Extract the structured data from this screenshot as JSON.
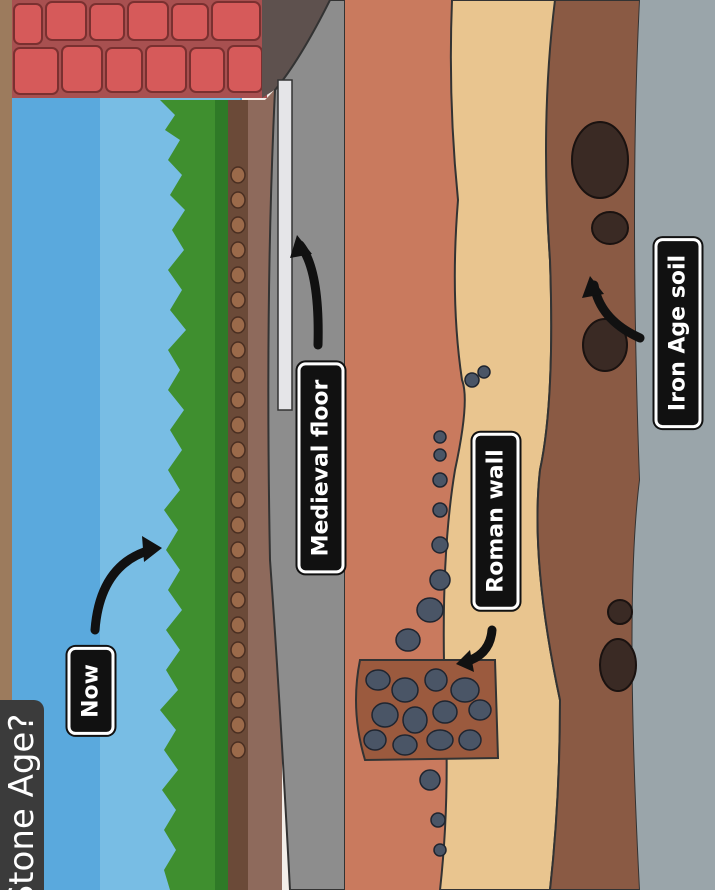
{
  "labels": {
    "now": "Now",
    "medieval_floor": "Medieval floor",
    "roman_wall": "Roman wall",
    "iron_age_soil": "Iron Age soil"
  },
  "side_tab": {
    "text": "Stone Age?"
  },
  "colors": {
    "sky": "#5aa9dd",
    "grass": "#3f8f2f",
    "brick": "#d65a5a",
    "medieval_layer": "#8d8d8d",
    "roman_layer": "#c97a5e",
    "sand_layer": "#e9c58f",
    "iron_age_layer": "#8a5a44",
    "bedrock": "#9aa5aa",
    "stone": "#4a5566"
  }
}
